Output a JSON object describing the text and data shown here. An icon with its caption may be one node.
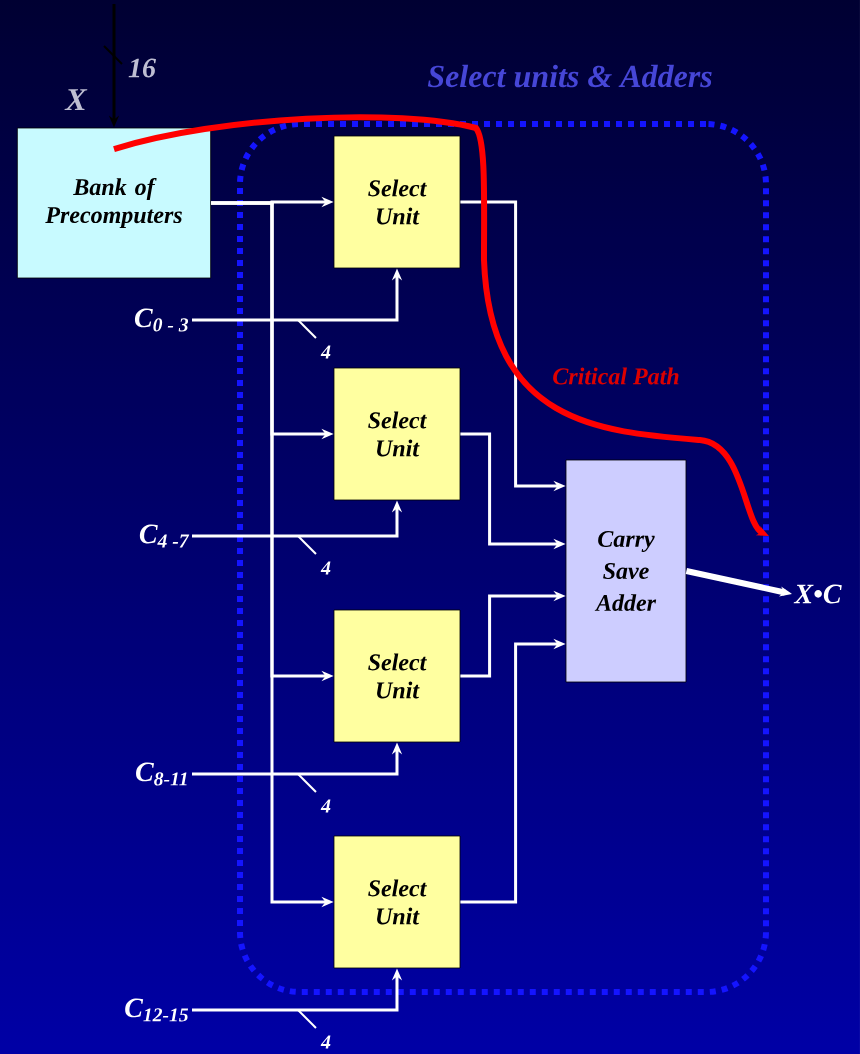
{
  "diagram": {
    "nodes": [
      {
        "text": [
          "Bank of Precomputers"
        ]
      },
      {
        "text": [
          "Select units & Adders"
        ]
      },
      {
        "text": [
          "Select Unit"
        ],
        "in": 1
      },
      {
        "text": [
          "Select Unit"
        ],
        "in": 1
      },
      {
        "text": [
          "Select Unit"
        ],
        "in": 1
      },
      {
        "text": [
          "Select Unit"
        ],
        "in": 1
      },
      {
        "text": [
          "Carry Save Adder"
        ],
        "in": 1
      },
      {
        "text": [
          "C$_{0 - 3}$"
        ]
      },
      {
        "text": [
          "C$_{4 -7}$"
        ]
      },
      {
        "text": [
          "C$_{8-11}$"
        ]
      },
      {
        "text": [
          "C$_{12-15}$"
        ]
      },
      {
        "text": [
          "X•C"
        ]
      }
    ],
    "edges": [
      {
        "from": null,
        "to": 0,
        "arrow": "to",
        "label": "X",
        "color": "#000000"
      },
      {
        "from": 0,
        "to": 2,
        "arrow": "to"
      },
      {
        "from": 0,
        "to": 3,
        "arrow": "to"
      },
      {
        "from": 0,
        "to": 4,
        "arrow": "to"
      },
      {
        "from": 0,
        "to": 5,
        "arrow": "to"
      },
      {
        "from": 7,
        "to": 2,
        "arrow": "to"
      },
      {
        "from": 8,
        "to": 3,
        "arrow": "to"
      },
      {
        "from": 9,
        "to": 4,
        "arrow": "to"
      },
      {
        "from": 10,
        "to": 5,
        "arrow": "to"
      },
      {
        "from": 2,
        "to": 6,
        "arrow": "to"
      },
      {
        "from": 3,
        "to": 6,
        "arrow": "to"
      },
      {
        "from": 4,
        "to": 6,
        "arrow": "to"
      },
      {
        "from": 5,
        "to": 6,
        "arrow": "to"
      },
      {
        "from": 6,
        "to": 11,
        "arrow": "to",
        "style": "thick"
      },
      {
        "from": 0,
        "to": 1,
        "arrow": "to",
        "style": "thick",
        "color": "#ff0000",
        "label": "Critical Path"
      }
    ],
    "labels": [
      "16",
      "4",
      "4",
      "4",
      "4"
    ]
  }
}
